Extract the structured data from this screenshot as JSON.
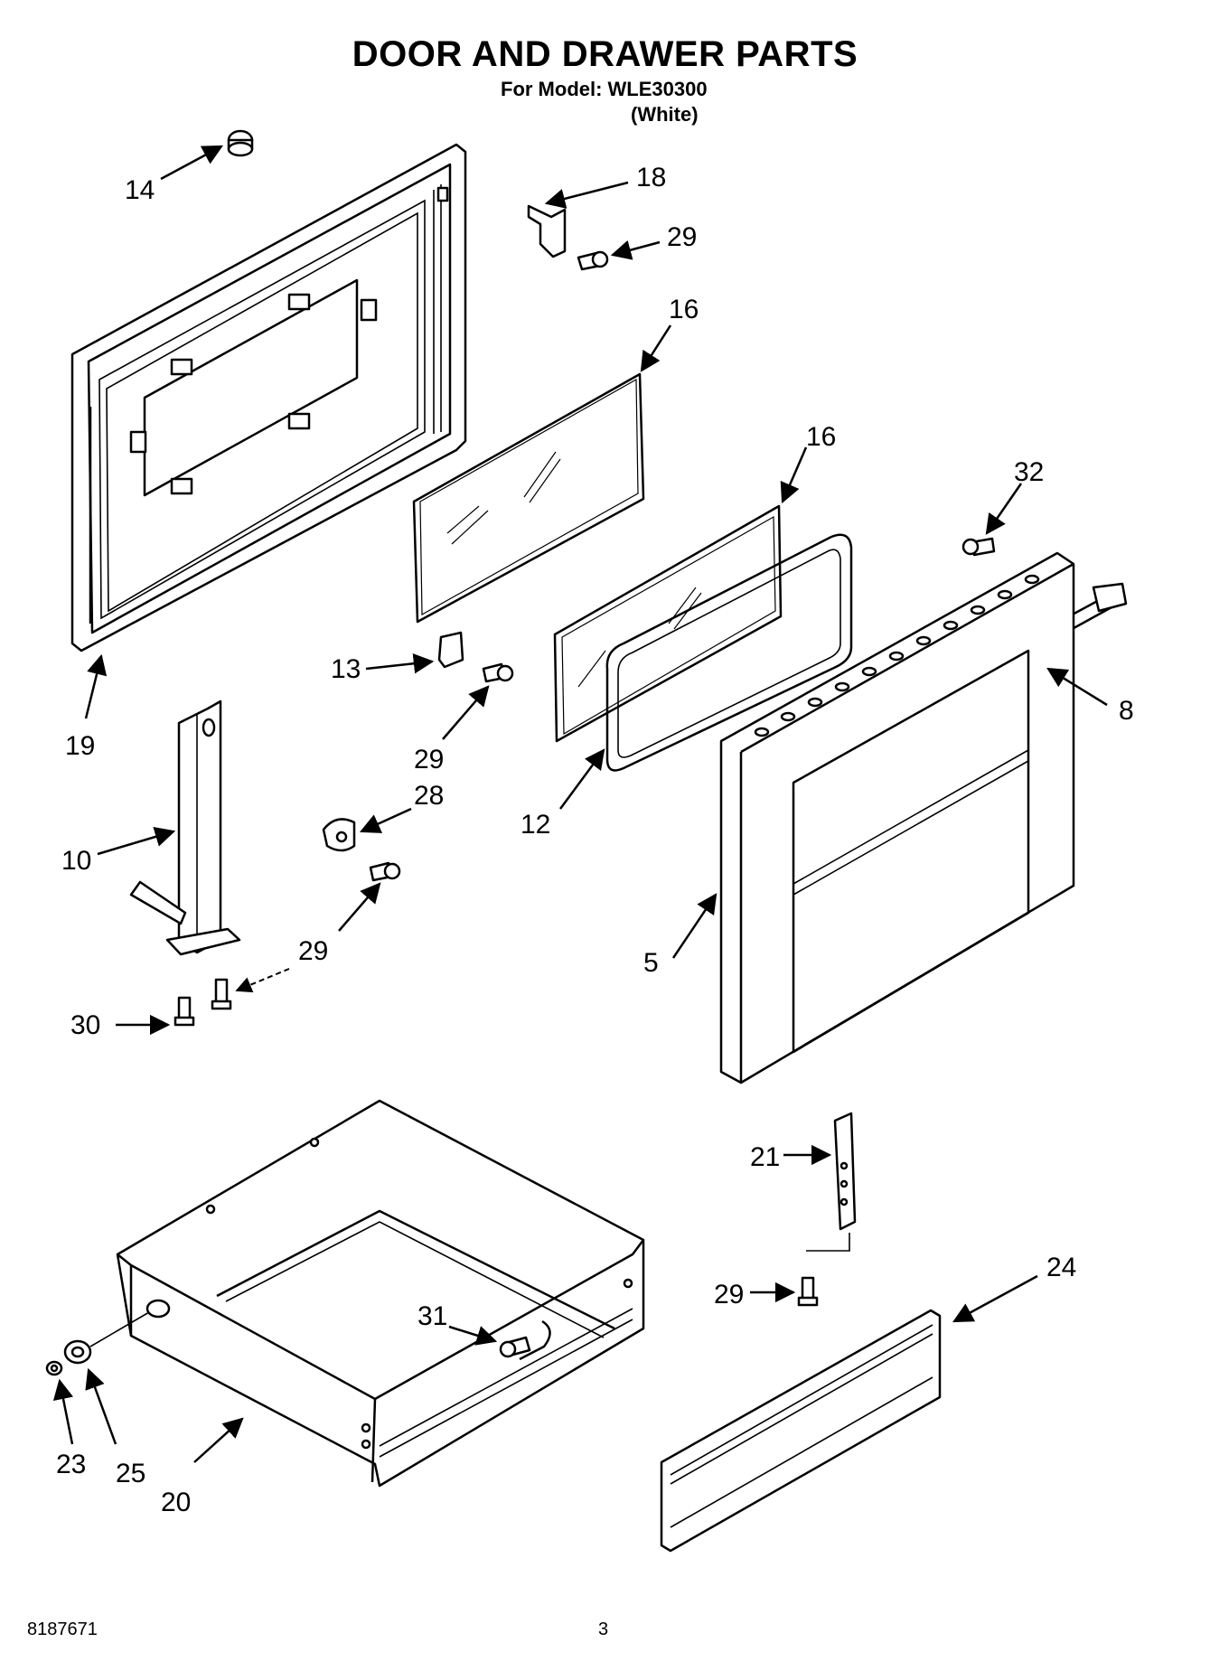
{
  "header": {
    "title": "DOOR AND DRAWER PARTS",
    "model_line": "For Model: WLE30300",
    "color_line": "(White)"
  },
  "footer": {
    "doc_number": "8187671",
    "page_number": "3"
  },
  "callouts": [
    "14",
    "18",
    "29",
    "16",
    "16",
    "32",
    "8",
    "19",
    "13",
    "29",
    "28",
    "12",
    "10",
    "29",
    "5",
    "30",
    "21",
    "24",
    "29",
    "31",
    "23",
    "25",
    "20"
  ]
}
